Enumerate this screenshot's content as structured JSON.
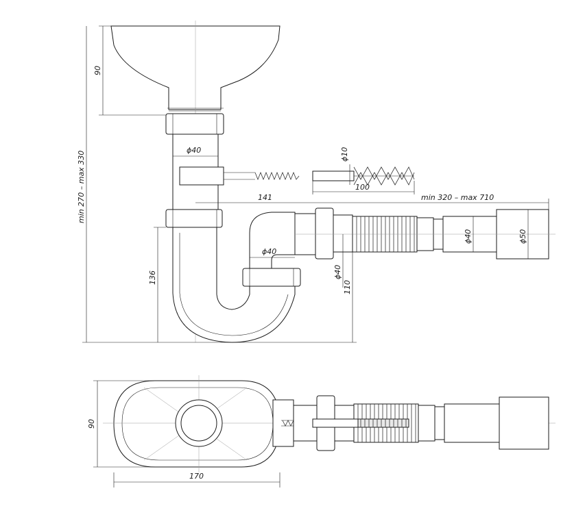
{
  "dimensions": {
    "top_view": {
      "bowl_height": "90",
      "overall_height": "min 270 – max 330",
      "pipe_diameter": "ϕ40",
      "anchor_diameter": "ϕ10",
      "anchor_length": "100",
      "screw_offset": "141",
      "hose_length": "min 320 – max 710",
      "trap_height": "136",
      "trap_diameter": "ϕ40",
      "outlet_diameter": "ϕ40",
      "outlet_height": "110",
      "hose_inner_diameter": "ϕ40",
      "hose_outer_diameter": "ϕ50"
    },
    "plan_view": {
      "width": "90",
      "length": "170"
    }
  },
  "colors": {
    "line": "#1a1a1a",
    "fill": "#e9e9e9",
    "background": "#ffffff"
  }
}
